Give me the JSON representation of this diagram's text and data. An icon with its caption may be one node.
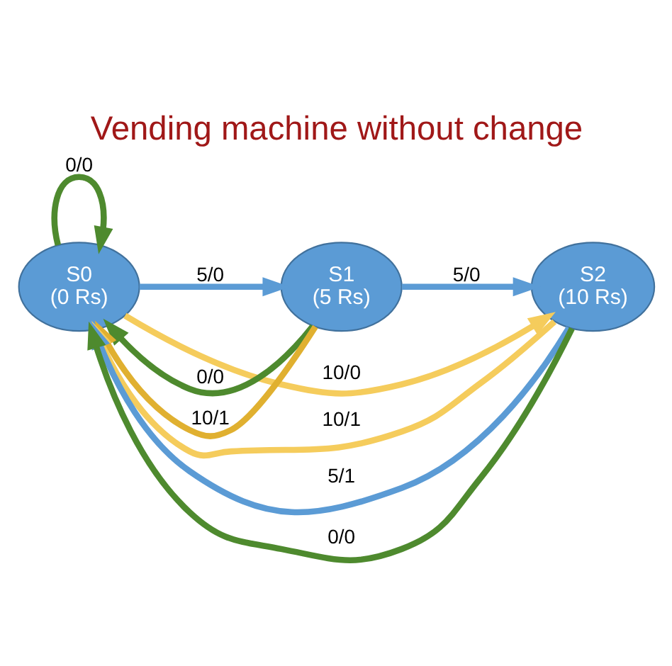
{
  "diagram": {
    "title": "Vending machine without change",
    "nodes": [
      {
        "text": [
          "S0",
          "(0 Rs)"
        ]
      },
      {
        "text": [
          "S1",
          "(5 Rs)"
        ]
      },
      {
        "text": [
          "S2",
          "(10 Rs)"
        ]
      }
    ],
    "edges": [
      {
        "from": 0,
        "to": 0,
        "arrow": "to",
        "label": "0/0",
        "color": "#4e8a2e"
      },
      {
        "from": 1,
        "to": 0,
        "arrow": "to",
        "label": "0/0",
        "color": "#4e8a2e"
      },
      {
        "from": 0,
        "to": 1,
        "arrow": "to",
        "label": "5/0",
        "color": "#5b9bd5"
      },
      {
        "from": 1,
        "to": 0,
        "arrow": "to",
        "label": "10/1",
        "color": "#e0b030"
      },
      {
        "from": 1,
        "to": 2,
        "arrow": "to",
        "label": "5/0",
        "color": "#5b9bd5"
      },
      {
        "from": 0,
        "to": 2,
        "arrow": "to",
        "label": "10/0",
        "color": "#f5cc5c"
      },
      {
        "from": 2,
        "to": 0,
        "arrow": "to",
        "label": "10/1",
        "color": "#f5cc5c"
      },
      {
        "from": 2,
        "to": 0,
        "arrow": "to",
        "label": "5/1",
        "color": "#5b9bd5"
      },
      {
        "from": 2,
        "to": 0,
        "arrow": "to",
        "label": "0/0",
        "color": "#4e8a2e"
      }
    ]
  }
}
